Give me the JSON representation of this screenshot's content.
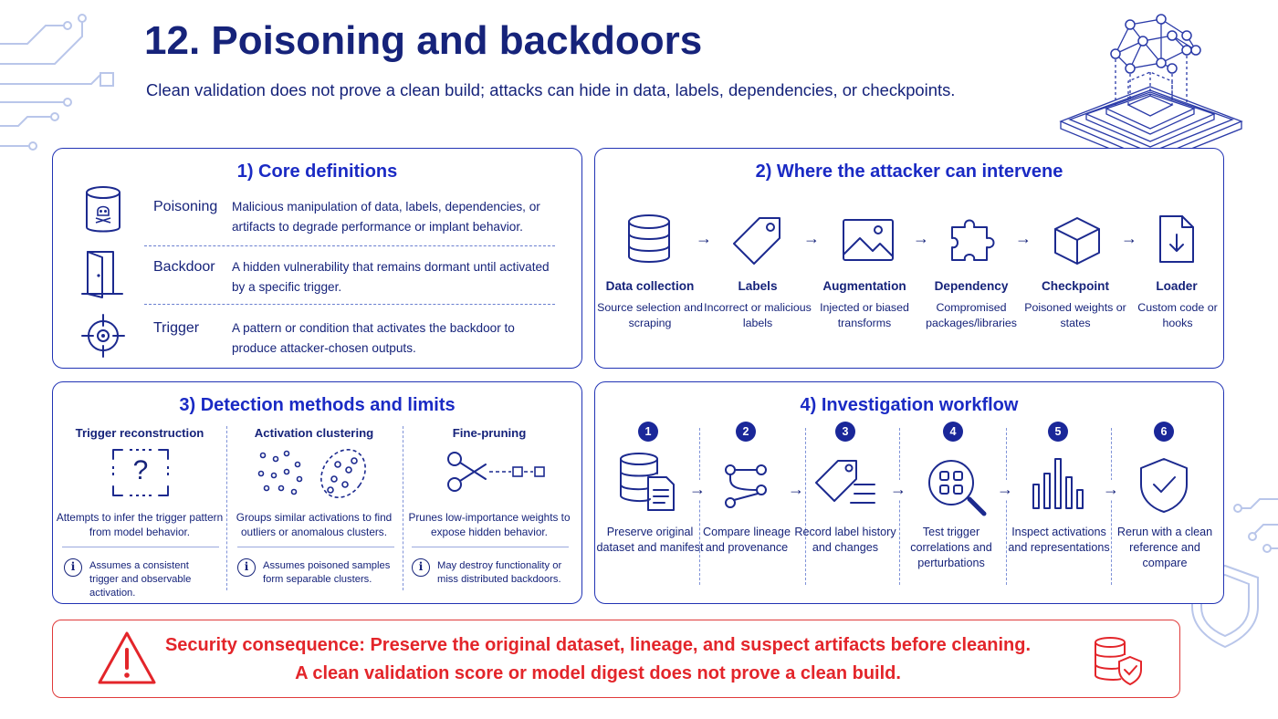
{
  "header": {
    "title": "12. Poisoning and backdoors",
    "subtitle": "Clean validation does not prove a clean build; attacks can hide in data, labels, dependencies, or checkpoints."
  },
  "definitions": {
    "title": "1) Core definitions",
    "items": [
      {
        "term": "Poisoning",
        "desc": "Malicious manipulation of data, labels, dependencies, or artifacts to degrade performance or implant behavior.",
        "icon": "database-skull-icon"
      },
      {
        "term": "Backdoor",
        "desc": "A hidden vulnerability that remains dormant until activated by a specific trigger.",
        "icon": "door-icon"
      },
      {
        "term": "Trigger",
        "desc": "A pattern or condition that activates the backdoor to produce attacker-chosen outputs.",
        "icon": "crosshair-icon"
      }
    ]
  },
  "intervene": {
    "title": "2) Where the attacker can intervene",
    "stages": [
      {
        "name": "Data collection",
        "desc": "Source selection and scraping",
        "icon": "database-icon"
      },
      {
        "name": "Labels",
        "desc": "Incorrect or malicious labels",
        "icon": "tag-icon"
      },
      {
        "name": "Augmentation",
        "desc": "Injected or biased transforms",
        "icon": "image-icon"
      },
      {
        "name": "Dependency",
        "desc": "Compromised packages/libraries",
        "icon": "puzzle-icon"
      },
      {
        "name": "Checkpoint",
        "desc": "Poisoned weights or states",
        "icon": "cube-icon"
      },
      {
        "name": "Loader",
        "desc": "Custom code or hooks",
        "icon": "file-download-icon"
      }
    ],
    "arrow": "→"
  },
  "detection": {
    "title": "3) Detection methods and limits",
    "info_glyph": "i",
    "question_glyph": "?",
    "methods": [
      {
        "name": "Trigger reconstruction",
        "desc": "Attempts to infer the trigger pattern from model behavior.",
        "limit": "Assumes a consistent trigger and observable activation.",
        "icon": "question-frame-icon"
      },
      {
        "name": "Activation clustering",
        "desc": "Groups similar activations to find outliers or anomalous clusters.",
        "limit": "Assumes poisoned samples form separable clusters.",
        "icon": "cluster-icon"
      },
      {
        "name": "Fine-pruning",
        "desc": "Prunes low-importance weights to expose hidden behavior.",
        "limit": "May destroy functionality or miss distributed backdoors.",
        "icon": "scissors-icon"
      }
    ]
  },
  "workflow": {
    "title": "4) Investigation workflow",
    "steps": [
      {
        "num": "1",
        "desc": "Preserve original dataset and manifest",
        "icon": "database-document-icon"
      },
      {
        "num": "2",
        "desc": "Compare lineage and provenance",
        "icon": "lineage-icon"
      },
      {
        "num": "3",
        "desc": "Record label history and changes",
        "icon": "tag-list-icon"
      },
      {
        "num": "4",
        "desc": "Test trigger correlations and perturbations",
        "icon": "magnifier-grid-icon"
      },
      {
        "num": "5",
        "desc": "Inspect activations and representations",
        "icon": "bar-chart-icon"
      },
      {
        "num": "6",
        "desc": "Rerun with a clean reference and compare",
        "icon": "shield-check-icon"
      }
    ],
    "arrow": "→"
  },
  "consequence": {
    "line1": "Security consequence: Preserve the original dataset, lineage, and suspect artifacts before cleaning.",
    "line2": "A clean validation score or model digest does not prove a clean build.",
    "color": "#e3252a"
  },
  "colors": {
    "navy": "#16237a",
    "accent": "#1a2ac4",
    "warning": "#e3252a"
  }
}
